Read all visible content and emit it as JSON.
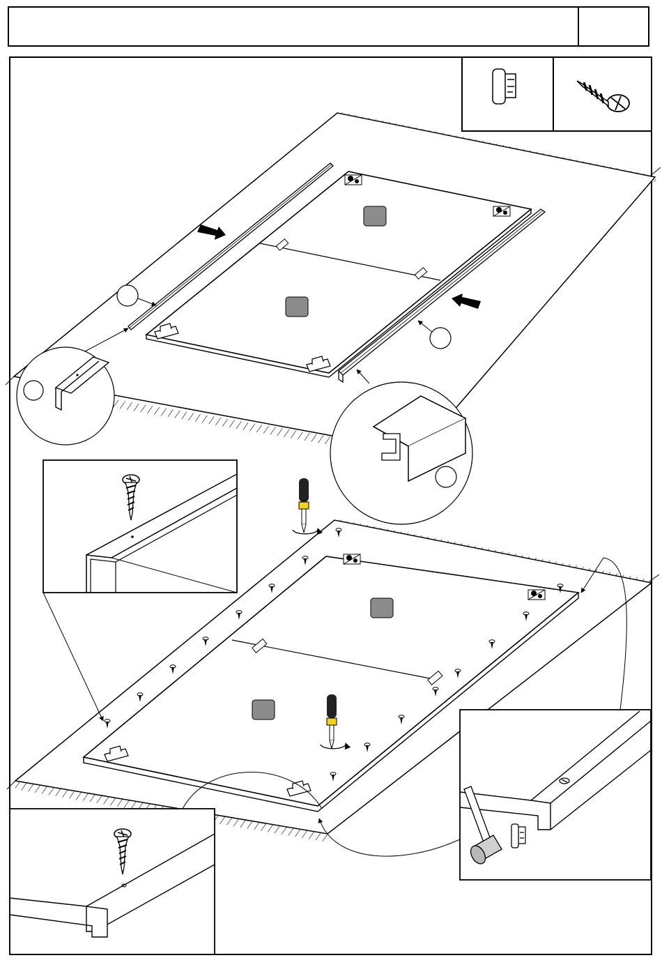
{
  "header": {
    "title": "",
    "step": ""
  },
  "parts": [
    {
      "name": "clip-bracket",
      "icon": "clip-bracket-icon",
      "count": ""
    },
    {
      "name": "screw",
      "icon": "screw-icon",
      "count": ""
    }
  ],
  "callouts": [
    {
      "id": "rail-left",
      "label": ""
    },
    {
      "id": "rail-left-detail",
      "label": ""
    },
    {
      "id": "rail-right",
      "label": ""
    },
    {
      "id": "rail-right-detail",
      "label": ""
    },
    {
      "id": "panel-top-upper",
      "label": ""
    },
    {
      "id": "panel-top-lower",
      "label": ""
    },
    {
      "id": "panel-bottom-upper",
      "label": ""
    },
    {
      "id": "panel-bottom-lower",
      "label": ""
    }
  ],
  "colors": {
    "line": "#000000",
    "label_box": "#8c8c8c",
    "handle": "#222222",
    "handle_band": "#f2d21b"
  }
}
